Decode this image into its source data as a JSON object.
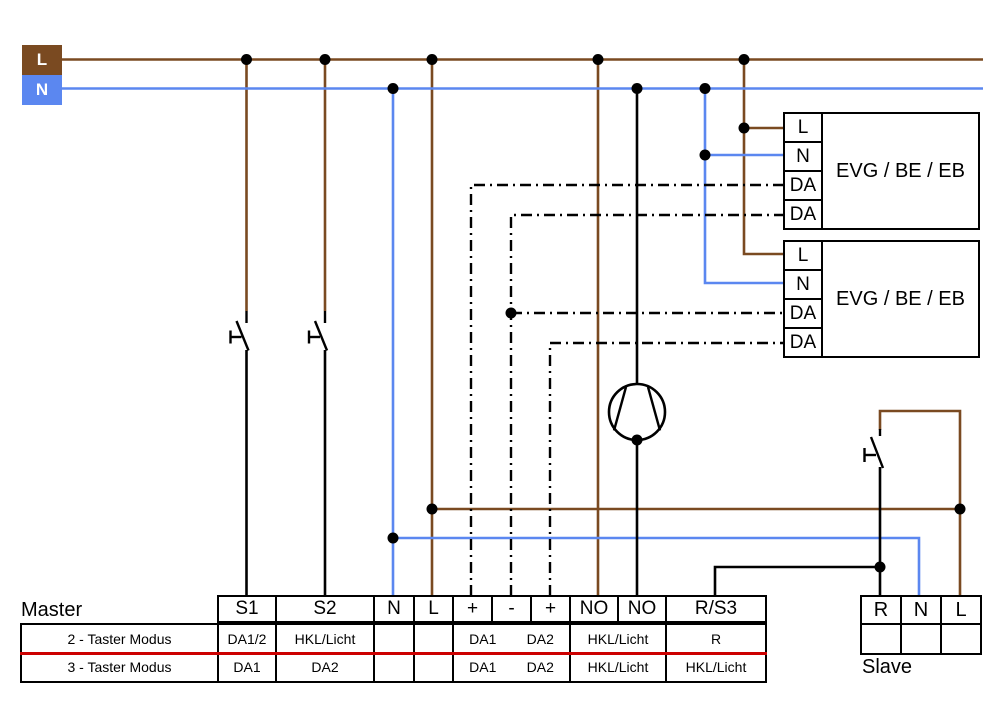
{
  "colors": {
    "brown": "#7A4A21",
    "blue": "#5B87F0",
    "red": "#CC0000",
    "black": "#000000"
  },
  "source": {
    "l_label": "L",
    "n_label": "N"
  },
  "evg_units": [
    {
      "label": "EVG / BE / EB",
      "terminals": [
        "L",
        "N",
        "DA",
        "DA"
      ]
    },
    {
      "label": "EVG / BE / EB",
      "terminals": [
        "L",
        "N",
        "DA",
        "DA"
      ]
    }
  ],
  "master": {
    "title": "Master",
    "terminals": [
      "S1",
      "S2",
      "N",
      "L",
      "+",
      "-",
      "+",
      "NO",
      "NO",
      "R/S3"
    ],
    "rows": [
      {
        "label": "2 - Taster Modus",
        "s1": "DA1/2",
        "s2": "HKL/Licht",
        "n": "",
        "l": "",
        "dali1": "DA1",
        "dali2": "DA2",
        "no": "HKL/Licht",
        "rs3": "R"
      },
      {
        "label": "3 - Taster Modus",
        "s1": "DA1",
        "s2": "DA2",
        "n": "",
        "l": "",
        "dali1": "DA1",
        "dali2": "DA2",
        "no": "HKL/Licht",
        "rs3": "HKL/Licht"
      }
    ]
  },
  "slave": {
    "title": "Slave",
    "terminals": [
      "R",
      "N",
      "L"
    ]
  }
}
